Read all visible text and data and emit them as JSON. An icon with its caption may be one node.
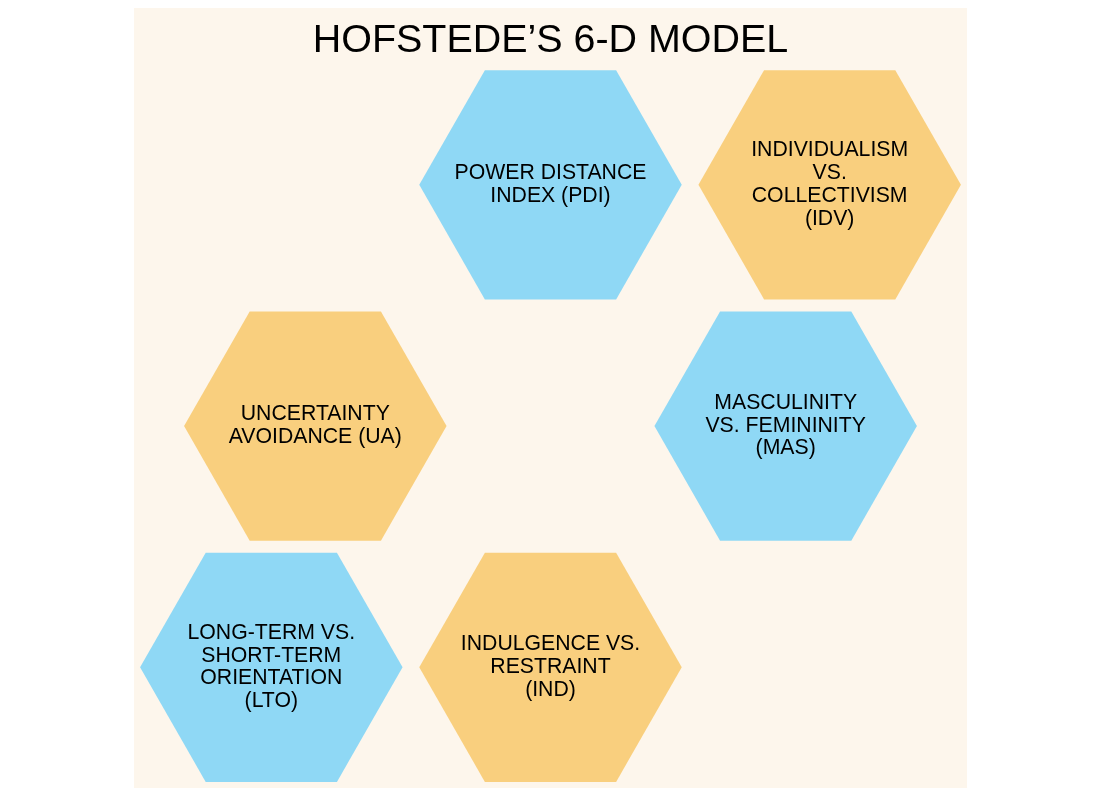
{
  "diagram": {
    "title": "HOFSTEDE’S 6-D MODEL",
    "nodes": [
      {
        "text": [
          "POWER DISTANCE INDEX (PDI)"
        ]
      },
      {
        "text": [
          "INDIVIDUALISM VS. COLLECTIVISM (IDV)"
        ]
      },
      {
        "text": [
          "UNCERTAINTY AVOIDANCE (UA)"
        ]
      },
      {
        "text": [
          "MASCULINITY VS. FEMININITY (MAS)"
        ]
      },
      {
        "text": [
          "LONG-TERM VS. SHORT-TERM ORIENTATION (LTO)"
        ]
      },
      {
        "text": [
          "INDULGENCE VS. RESTRAINT (IND)"
        ]
      }
    ],
    "edges": []
  }
}
